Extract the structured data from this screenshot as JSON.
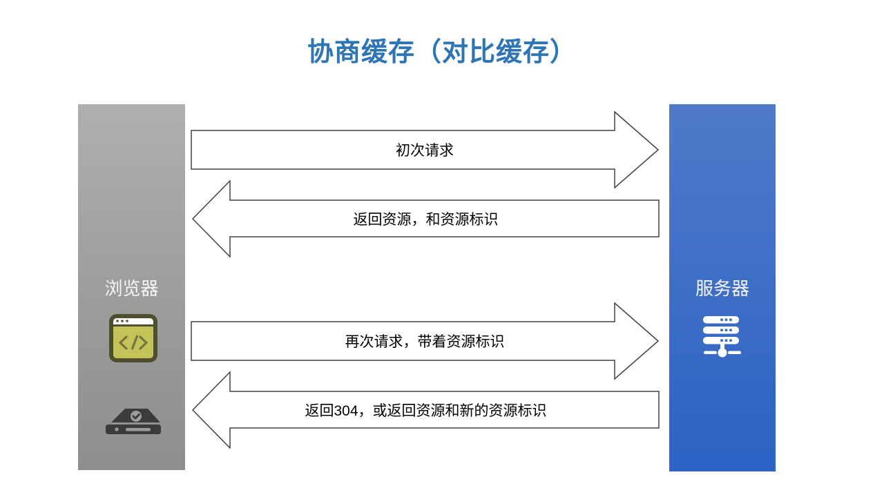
{
  "title": {
    "text": "协商缓存（对比缓存）",
    "color": "#2E75B6"
  },
  "panels": {
    "browser": {
      "label": "浏览器",
      "color_top": "#AFAFAF",
      "color_bottom": "#8E8E8E",
      "icons": [
        "browser-window-icon",
        "hard-drive-icon"
      ]
    },
    "server": {
      "label": "服务器",
      "color_top": "#4F7AC9",
      "color_bottom": "#2D63C5",
      "icons": [
        "server-rack-icon"
      ]
    }
  },
  "arrows": [
    {
      "direction": "right",
      "from": "browser",
      "to": "server",
      "label": "初次请求"
    },
    {
      "direction": "left",
      "from": "server",
      "to": "browser",
      "label": "返回资源，和资源标识"
    },
    {
      "direction": "right",
      "from": "browser",
      "to": "server",
      "label": "再次请求，带着资源标识"
    },
    {
      "direction": "left",
      "from": "server",
      "to": "browser",
      "label": "返回304，或返回资源和新的资源标识"
    }
  ],
  "colors": {
    "background": "#FFFFFF",
    "arrow_fill": "#FFFFFF",
    "arrow_stroke": "#404040",
    "arrow_text": "#000000",
    "browser_icon_body": "#C3C35A",
    "browser_icon_border": "#4F4F30",
    "hard_drive_icon": "#3B3B3B",
    "server_icon": "#FFFFFF"
  }
}
